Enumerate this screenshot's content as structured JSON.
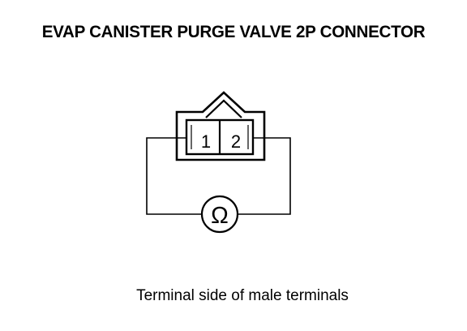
{
  "title": "EVAP CANISTER PURGE VALVE 2P CONNECTOR",
  "connector": {
    "pins": [
      "1",
      "2"
    ]
  },
  "meter": {
    "symbol": "Ω"
  },
  "caption": "Terminal side of male terminals",
  "colors": {
    "ink": "#000000",
    "background": "#ffffff"
  }
}
